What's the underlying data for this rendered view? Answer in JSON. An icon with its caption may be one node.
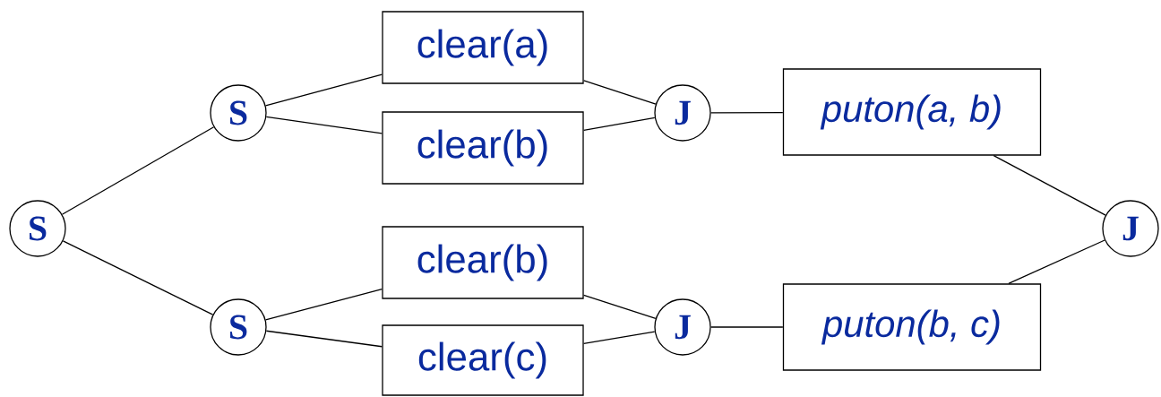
{
  "diagram": {
    "nodes": [
      {
        "text": [
          "S"
        ]
      },
      {
        "text": [
          "S"
        ]
      },
      {
        "text": [
          "S"
        ]
      },
      {
        "text": [
          "clear(a)"
        ]
      },
      {
        "text": [
          "clear(b)"
        ]
      },
      {
        "text": [
          "clear(b)"
        ]
      },
      {
        "text": [
          "clear(c)"
        ]
      },
      {
        "text": [
          "J"
        ]
      },
      {
        "text": [
          "J"
        ]
      },
      {
        "text": [
          "puton(a, b)"
        ]
      },
      {
        "text": [
          "puton(b, c)"
        ]
      },
      {
        "text": [
          "J"
        ]
      }
    ],
    "edges": [
      {
        "from": 0,
        "to": 1,
        "arrow": "none"
      },
      {
        "from": 0,
        "to": 2,
        "arrow": "none"
      },
      {
        "from": 1,
        "to": 3,
        "arrow": "none"
      },
      {
        "from": 1,
        "to": 4,
        "arrow": "none"
      },
      {
        "from": 2,
        "to": 5,
        "arrow": "none"
      },
      {
        "from": 2,
        "to": 6,
        "arrow": "none"
      },
      {
        "from": 3,
        "to": 7,
        "arrow": "none"
      },
      {
        "from": 4,
        "to": 7,
        "arrow": "none"
      },
      {
        "from": 5,
        "to": 8,
        "arrow": "none"
      },
      {
        "from": 6,
        "to": 8,
        "arrow": "none"
      },
      {
        "from": 7,
        "to": 9,
        "arrow": "none"
      },
      {
        "from": 8,
        "to": 10,
        "arrow": "none"
      },
      {
        "from": 9,
        "to": 11,
        "arrow": "none"
      },
      {
        "from": 10,
        "to": 11,
        "arrow": "none"
      }
    ]
  }
}
